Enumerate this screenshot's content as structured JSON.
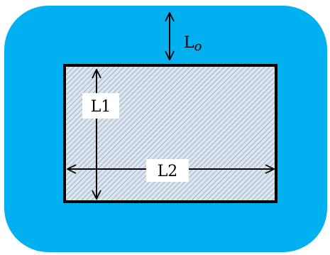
{
  "diagram": {
    "labels": {
      "offset_main": "L",
      "offset_sub": "o",
      "length_1": "L1",
      "length_2": "L2"
    },
    "colors": {
      "outer_fill": "#00b0f0",
      "inner_fill": "#dce6f0",
      "hatch": "#8a98aa",
      "outline": "#000000",
      "label_box": "#ffffff",
      "arrow": "#000000"
    }
  }
}
